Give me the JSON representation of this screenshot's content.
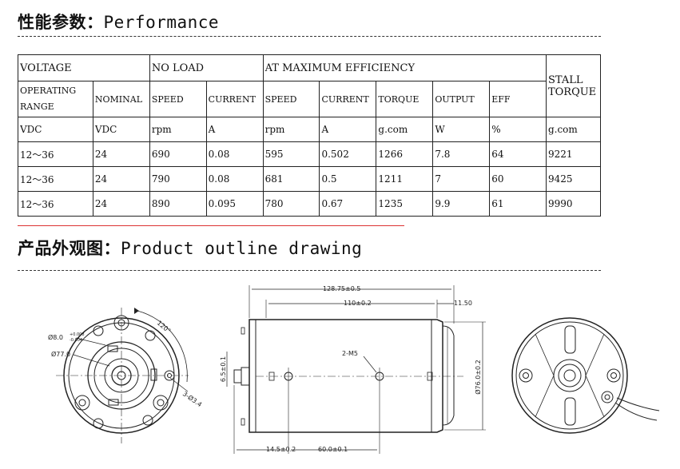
{
  "performance": {
    "title_cn": "性能参数：",
    "title_en": "Performance",
    "group_voltage": "VOLTAGE",
    "group_noload": "NO LOAD",
    "group_maxeff": "AT MAXIMUM EFFICIENCY",
    "stall_line1": "STALL",
    "stall_line2": "TORQUE",
    "sub_operating_1": "OPERATING",
    "sub_operating_2": "RANGE",
    "sub_nominal": "NOMINAL",
    "sub_speed": "SPEED",
    "sub_current": "CURRENT",
    "sub_speed2": "SPEED",
    "sub_current2": "CURRENT",
    "sub_torque": "TORQUE",
    "sub_output": "OUTPUT",
    "sub_eff": "EFF",
    "units": [
      "VDC",
      "VDC",
      "rpm",
      "A",
      "rpm",
      "A",
      "g.com",
      "W",
      "%",
      "g.com"
    ],
    "rows": [
      [
        "12～36",
        "24",
        "690",
        "0.08",
        "595",
        "0.502",
        "1266",
        "7.8",
        "64",
        "9221"
      ],
      [
        "12～36",
        "24",
        "790",
        "0.08",
        "681",
        "0.5",
        "1211",
        "7",
        "60",
        "9425"
      ],
      [
        "12～36",
        "24",
        "890",
        "0.095",
        "780",
        "0.67",
        "1235",
        "9.9",
        "61",
        "9990"
      ]
    ]
  },
  "outline": {
    "title_cn": "产品外观图：",
    "title_en": "Product outline drawing"
  },
  "dims": {
    "angle": "120°",
    "hole_dia": "Ø8.0",
    "hole_tol_top": "+0.008",
    "hole_tol_bot": "-0.004",
    "pcd": "Ø77.0",
    "screw": "3-Ø3.4",
    "overall_len": "128.75±0.5",
    "body_len": "110±0.2",
    "end_len": "11.50",
    "thread": "2-M5",
    "shaft_dia": "6.5±0.1",
    "body_dia": "Ø76.0±0.2",
    "shaft_len": "14.5±0.2",
    "hole_spacing": "60.0±0.1"
  }
}
